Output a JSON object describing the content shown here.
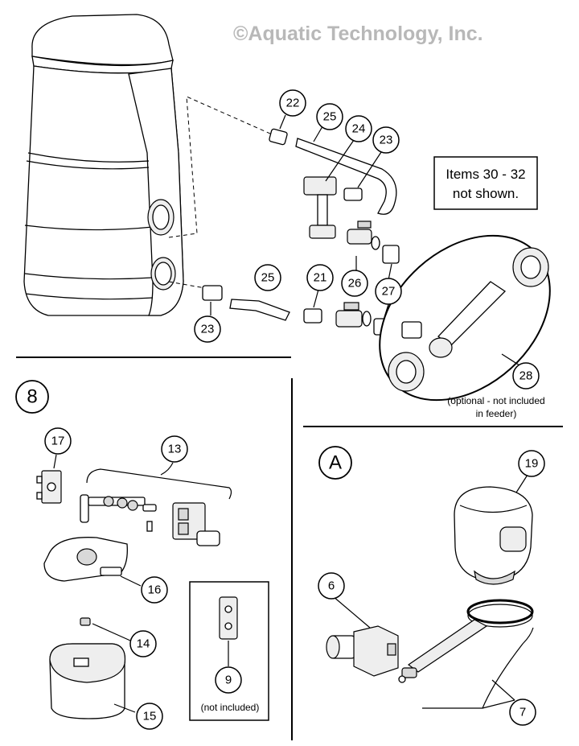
{
  "watermark": "©Aquatic Technology, Inc.",
  "callouts": {
    "c22": "22",
    "c25a": "25",
    "c24": "24",
    "c23a": "23",
    "c25b": "25",
    "c21": "21",
    "c26": "26",
    "c27": "27",
    "c23b": "23",
    "c28": "28",
    "c17": "17",
    "c13": "13",
    "c16": "16",
    "c14": "14",
    "c15": "15",
    "c9": "9",
    "c19": "19",
    "c6": "6",
    "c7": "7"
  },
  "section_labels": {
    "section_8": "8",
    "section_a": "A"
  },
  "notes": {
    "items_box_line1": "Items 30 - 32",
    "items_box_line2": "not shown.",
    "optional_line1": "(optional - not included",
    "optional_line2": "in feeder)",
    "not_included": "(not included)"
  },
  "icons": [
    "feeder-body-illustration",
    "tube-fitting",
    "valve",
    "adapter",
    "pump-assembly",
    "float-assembly",
    "lid",
    "clamp"
  ]
}
